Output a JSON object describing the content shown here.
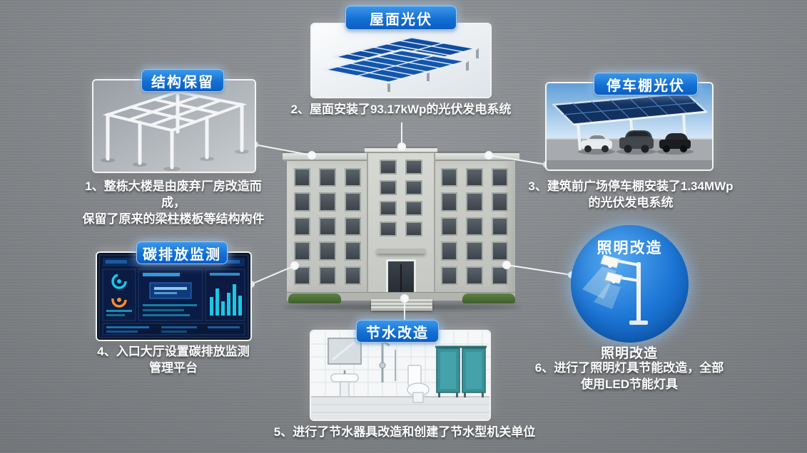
{
  "callouts": {
    "structure": {
      "label": "结构保留",
      "caption_line1": "1、整栋大楼是由废弃厂房改造而成，",
      "caption_line2": "保留了原来的梁柱楼板等结构构件"
    },
    "roof_pv": {
      "label": "屋面光伏",
      "caption": "2、屋面安装了93.17kWp的光伏发电系统"
    },
    "carport_pv": {
      "label": "停车棚光伏",
      "caption_line1": "3、建筑前广场停车棚安装了1.34MWp",
      "caption_line2": "的光伏发电系统"
    },
    "carbon_monitor": {
      "label": "碳排放监测",
      "caption_line1": "4、入口大厅设置碳排放监测",
      "caption_line2": "管理平台"
    },
    "water_saving": {
      "label": "节水改造",
      "caption": "5、进行了节水器具改造和创建了节水型机关单位"
    },
    "lighting": {
      "label": "照明改造",
      "heading": "照明改造",
      "caption_line1": "6、进行了照明灯具节能改造，全部",
      "caption_line2": "使用LED节能灯具"
    }
  },
  "colors": {
    "label_blue_top": "#3b97ea",
    "label_blue_bottom": "#0b5ec4",
    "background_gray": "#868a8e",
    "solar_panel_blue": "#0f4da0",
    "lighting_circle_blue": "#1b74d4",
    "stall_teal": "#39929a"
  }
}
